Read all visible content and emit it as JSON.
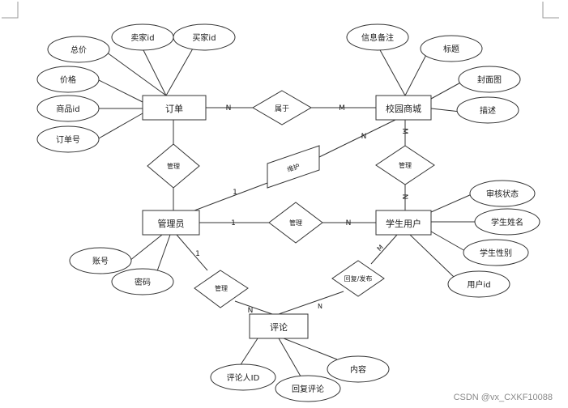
{
  "entities": {
    "order": "订单",
    "mall": "校园商城",
    "admin": "管理员",
    "student": "学生用户",
    "comment": "评论"
  },
  "relations": {
    "belongs": "属于",
    "manage_order": "管理",
    "maintain": "维护",
    "manage_mall": "管理",
    "manage_student": "管理",
    "manage_comment": "管理",
    "reply_publish": "回复/发布"
  },
  "attributes": {
    "total_price": "总价",
    "seller_id": "卖家id",
    "buyer_id": "买家id",
    "price": "价格",
    "product_id": "商品id",
    "order_no": "订单号",
    "info_note": "信息备注",
    "title": "标题",
    "cover": "封面图",
    "description": "描述",
    "audit_status": "审核状态",
    "student_name": "学生姓名",
    "student_gender": "学生性别",
    "user_id": "用户id",
    "account": "账号",
    "password": "密码",
    "commenter_id": "评论人ID",
    "reply_comment": "回复评论",
    "content": "内容"
  },
  "cardinalities": {
    "order_belongs": "N",
    "belongs_mall": "M",
    "mall_maintain": "N",
    "maintain_admin": "1",
    "mall_manage": "M",
    "manage_student": "N",
    "admin_manage_student": "1",
    "manage_to_student": "N",
    "admin_manage_comment": "1",
    "manage_to_comment": "N",
    "student_reply": "M",
    "reply_comment_card": "N"
  },
  "watermark": "CSDN @vx_CXKF10088"
}
